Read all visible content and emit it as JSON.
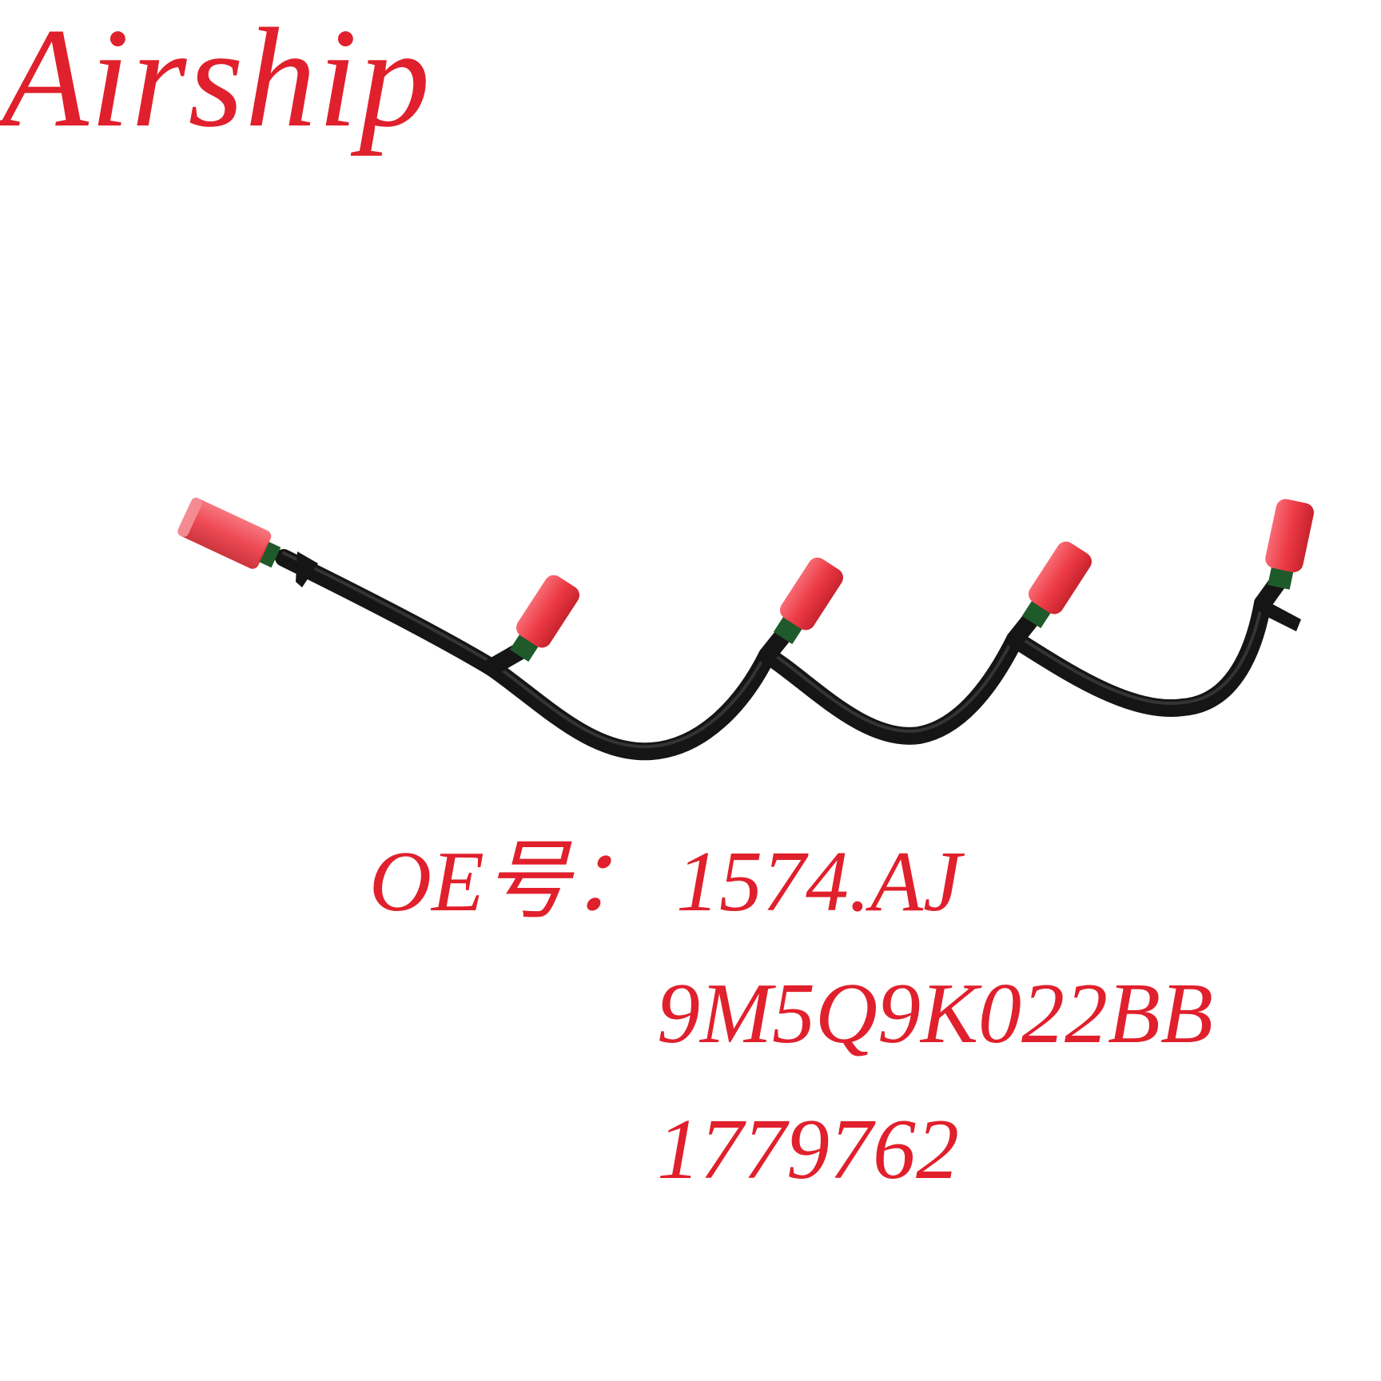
{
  "brand": {
    "name": "Airship"
  },
  "product": {
    "image_semantic": "fuel-return-line-icon",
    "colors": {
      "hose": "#151515",
      "connector_cap": "#ec3a45",
      "collar": "#1e5a2a"
    }
  },
  "oe_numbers": {
    "label": "OE号：",
    "values": [
      "1574.AJ",
      "9M5Q9K022BB",
      "1779762"
    ]
  },
  "colors": {
    "text_red": "#e0202c",
    "background": "#ffffff"
  }
}
